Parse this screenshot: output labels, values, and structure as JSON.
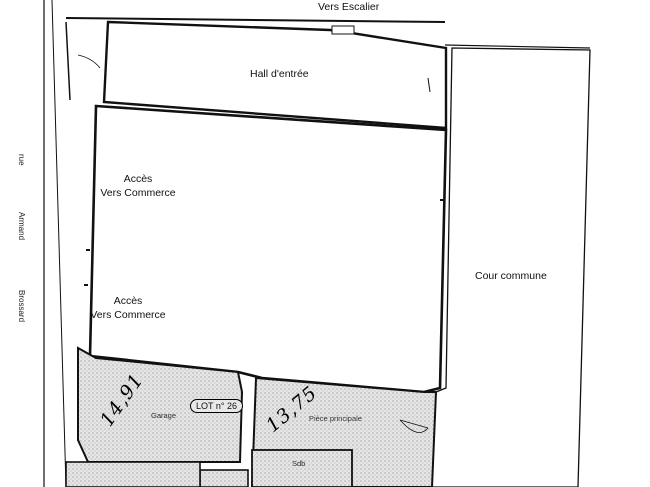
{
  "labels": {
    "vers_escalier": "Vers Escalier",
    "hall": "Hall d'entrée",
    "acces1_line1": "Accès",
    "acces1_line2": "Vers Commerce",
    "acces2_line1": "Accès",
    "acces2_line2": "Vers Commerce",
    "cour": "Cour commune",
    "garage": "Garage",
    "piece": "Pièce principale",
    "sdb": "Sdb",
    "lot": "LOT n° 26"
  },
  "street": {
    "word1": "rue",
    "word2": "Armand",
    "word3": "Brossard"
  },
  "handwritten": {
    "garage_area": "14,91",
    "piece_area": "13,75"
  },
  "colors": {
    "line": "#111111",
    "hatch_fill": "#d9d9d9",
    "background": "#ffffff"
  }
}
